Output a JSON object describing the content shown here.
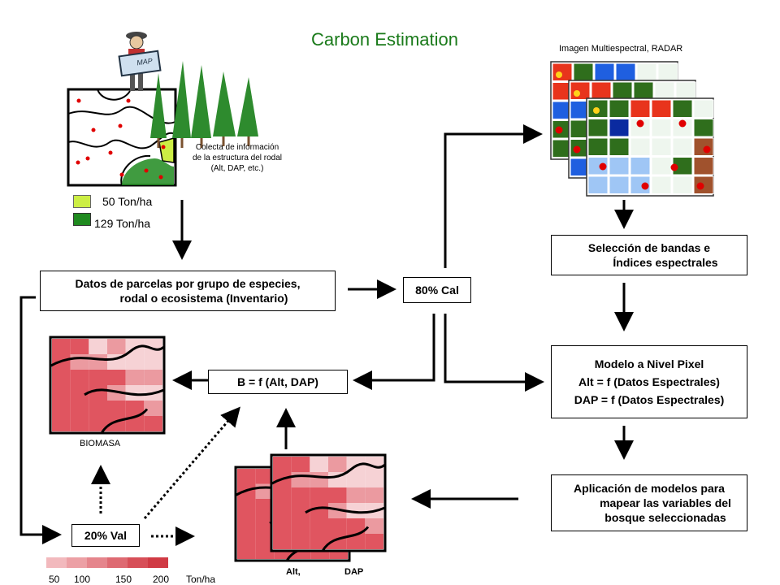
{
  "title": "Carbon Estimation",
  "top_right_label": "Imagen Multiespectral, RADAR",
  "map_sign": "MAP",
  "field_note": [
    "Colecta de información",
    "de la estructura del rodal",
    "(Alt, DAP, etc.)"
  ],
  "legend_top": [
    {
      "label": "50 Ton/ha",
      "color": "#ccee44"
    },
    {
      "label": "129 Ton/ha",
      "color": "#1f8a1f"
    }
  ],
  "boxes": {
    "inventario": [
      "Datos de parcelas por grupo de especies,",
      "rodal o ecosistema (Inventario)"
    ],
    "cal": "80% Cal",
    "seleccion": [
      "Selección de bandas e",
      "Índices espectrales"
    ],
    "modelo": [
      "Modelo a Nivel Pixel",
      "Alt = f (Datos Espectrales)",
      "DAP = f (Datos Espectrales)"
    ],
    "b_eq": "B = f (Alt, DAP)",
    "aplicacion": [
      "Aplicación de modelos para",
      "mapear las variables del",
      "bosque seleccionadas"
    ],
    "val": "20% Val"
  },
  "biomasa_label": "BIOMASA",
  "alt_label": "Alt,",
  "dap_label": "DAP",
  "scale": {
    "ticks": [
      "50",
      "100",
      "150",
      "200"
    ],
    "unit": "Ton/ha",
    "colors": [
      "#f2b9bd",
      "#eca0a5",
      "#e5858c",
      "#de6a72",
      "#d74f58",
      "#d03a44"
    ]
  },
  "colors": {
    "title_green": "#1a7a1a",
    "red_map": "#e05560",
    "pink_map": "#f4c2c6",
    "forest_dark": "#2f6e2f",
    "sat_red": "#e8341c",
    "sat_green": "#2f6e1c",
    "sat_blue": "#1f5fe0",
    "sat_lightblue": "#9fc6f5",
    "sat_white": "#eef6ee"
  }
}
